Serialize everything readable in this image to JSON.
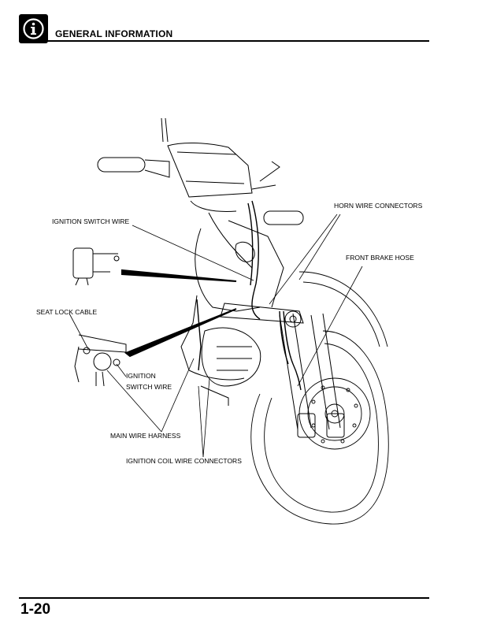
{
  "header": {
    "icon": "info-icon",
    "title": "GENERAL INFORMATION"
  },
  "figure": {
    "callouts": {
      "horn_wire_connectors": "HORN WIRE CONNECTORS",
      "ignition_switch_wire_top": "IGNITION SWITCH WIRE",
      "front_brake_hose": "FRONT BRAKE HOSE",
      "seat_lock_cable": "SEAT LOCK CABLE",
      "ignition_switch_wire_line1": "IGNITION",
      "ignition_switch_wire_line2": "SWITCH WIRE",
      "main_wire_harness": "MAIN WIRE HARNESS",
      "ignition_coil_wire_connectors": "IGNITION COIL WIRE CONNECTORS"
    }
  },
  "footer": {
    "page_number": "1-20"
  }
}
